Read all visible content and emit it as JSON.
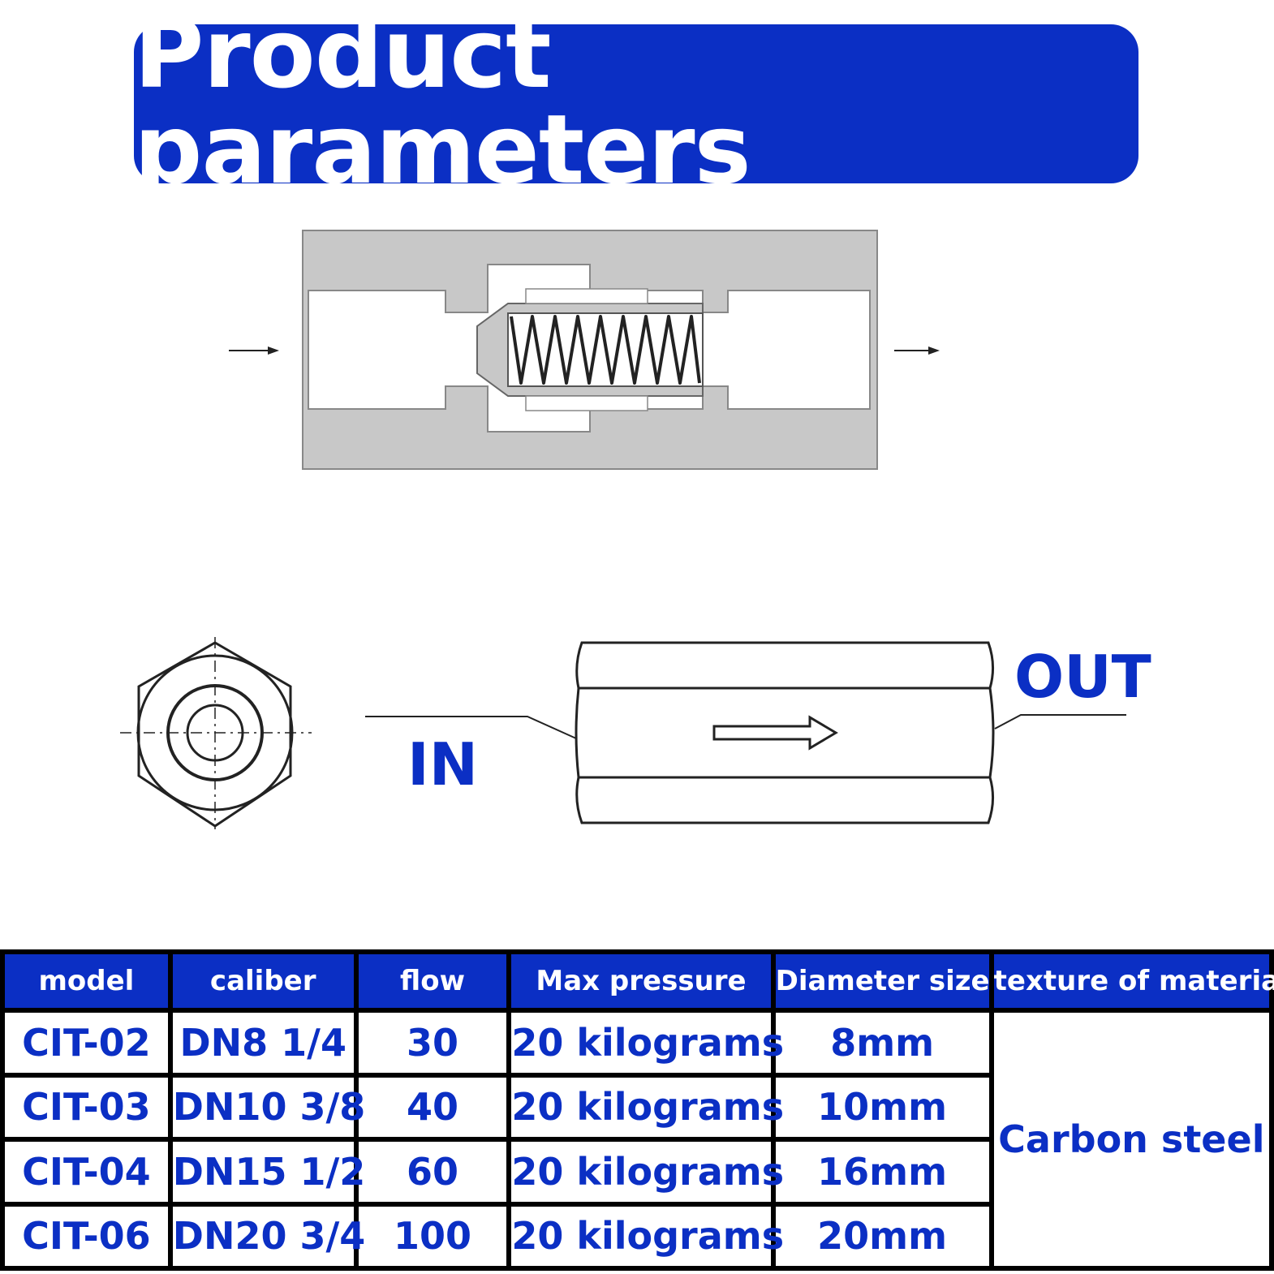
{
  "header": {
    "title": "Product parameters"
  },
  "diagram": {
    "in_label": "IN",
    "out_label": "OUT"
  },
  "colors": {
    "accent": "#0b2fc4",
    "diagram_fill": "#c8c8c8",
    "ink": "#1a1a1a"
  },
  "table": {
    "headers": [
      "model",
      "caliber",
      "flow",
      "Max pressure",
      "Diameter size",
      "texture of material"
    ],
    "rows": [
      [
        "CIT-02",
        "DN8 1/4",
        "30",
        "20 kilograms",
        "8mm"
      ],
      [
        "CIT-03",
        "DN10 3/8",
        "40",
        "20 kilograms",
        "10mm"
      ],
      [
        "CIT-04",
        "DN15 1/2",
        "60",
        "20 kilograms",
        "16mm"
      ],
      [
        "CIT-06",
        "DN20 3/4",
        "100",
        "20 kilograms",
        "20mm"
      ]
    ],
    "material": "Carbon steel"
  }
}
